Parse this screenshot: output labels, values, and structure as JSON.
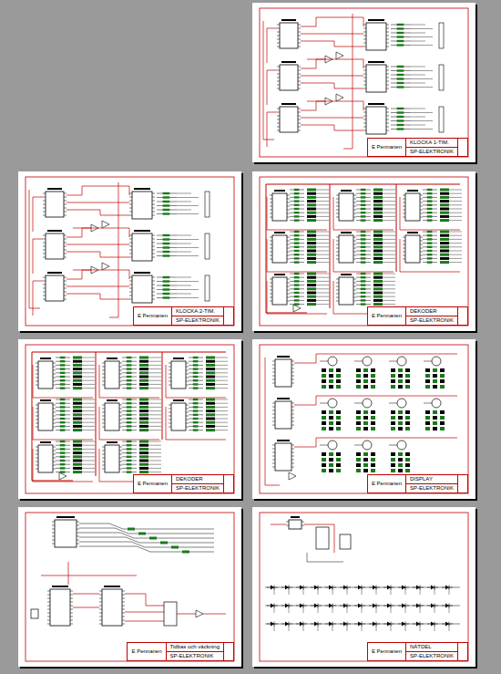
{
  "diagram": {
    "nodes": [
      {
        "text": [
          "E Pennanen",
          "KLOCKA 1-TIM.",
          "SP-ELEKTRONIK"
        ]
      },
      {
        "text": [
          "E Pennanen",
          "KLOCKA 2-TIM.",
          "SP-ELEKTRONIK"
        ]
      },
      {
        "text": [
          "E Pennanen",
          "DEKODER",
          "SP-ELEKTRONIK"
        ]
      },
      {
        "text": [
          "E Pennanen",
          "DEKODER",
          "SP-ELEKTRONIK"
        ]
      },
      {
        "text": [
          "E Pennanen",
          "DISPLAY",
          "SP-ELEKTRONIK"
        ]
      },
      {
        "text": [
          "E Pennanen",
          "Tidbas och väckning",
          "SP-ELEKTRONIK"
        ]
      },
      {
        "text": [
          "E Pennanen",
          "NÄTDEL",
          "SP-ELEKTRONIK"
        ]
      }
    ]
  }
}
